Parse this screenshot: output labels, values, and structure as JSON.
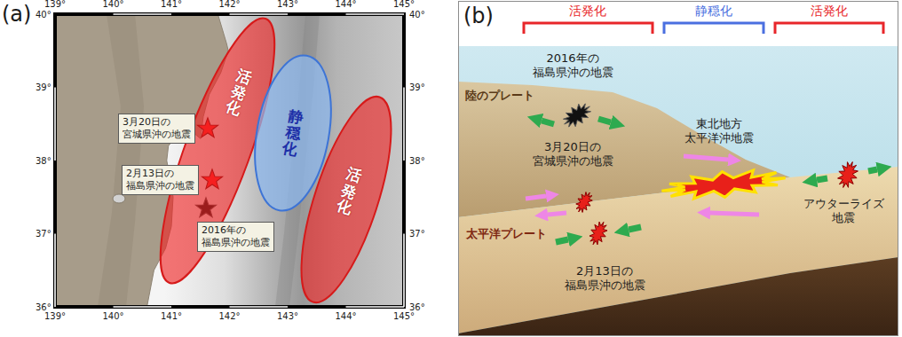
{
  "diagram": {
    "nodes": [
      {
        "text": [
          "活発化"
        ]
      },
      {
        "text": [
          "静穏化"
        ]
      },
      {
        "text": [
          "活発化"
        ]
      },
      {
        "text": [
          "3月20日の 宮城県沖の地震"
        ]
      },
      {
        "text": [
          "2月13日の 福島県沖の地震"
        ]
      },
      {
        "text": [
          "2016年の 福島県沖の地震"
        ]
      }
    ],
    "labels": [
      "(a)",
      "139°",
      "140°",
      "141°",
      "142°",
      "143°",
      "144°",
      "145°",
      "139°",
      "140°",
      "141°",
      "142°",
      "143°",
      "144°",
      "145°",
      "40°",
      "39°",
      "38°",
      "37°",
      "36°",
      "40°",
      "39°",
      "38°",
      "37°",
      "36°",
      "(b)",
      "活発化",
      "静穏化",
      "活発化",
      "2016年の 福島県沖の地震",
      "陸のプレート",
      "3月20日の 宮城県沖の地震",
      "東北地方 太平洋沖地震",
      "アウターライズ 地震",
      "太平洋プレート",
      "2月13日の 福島県沖の地震"
    ]
  }
}
